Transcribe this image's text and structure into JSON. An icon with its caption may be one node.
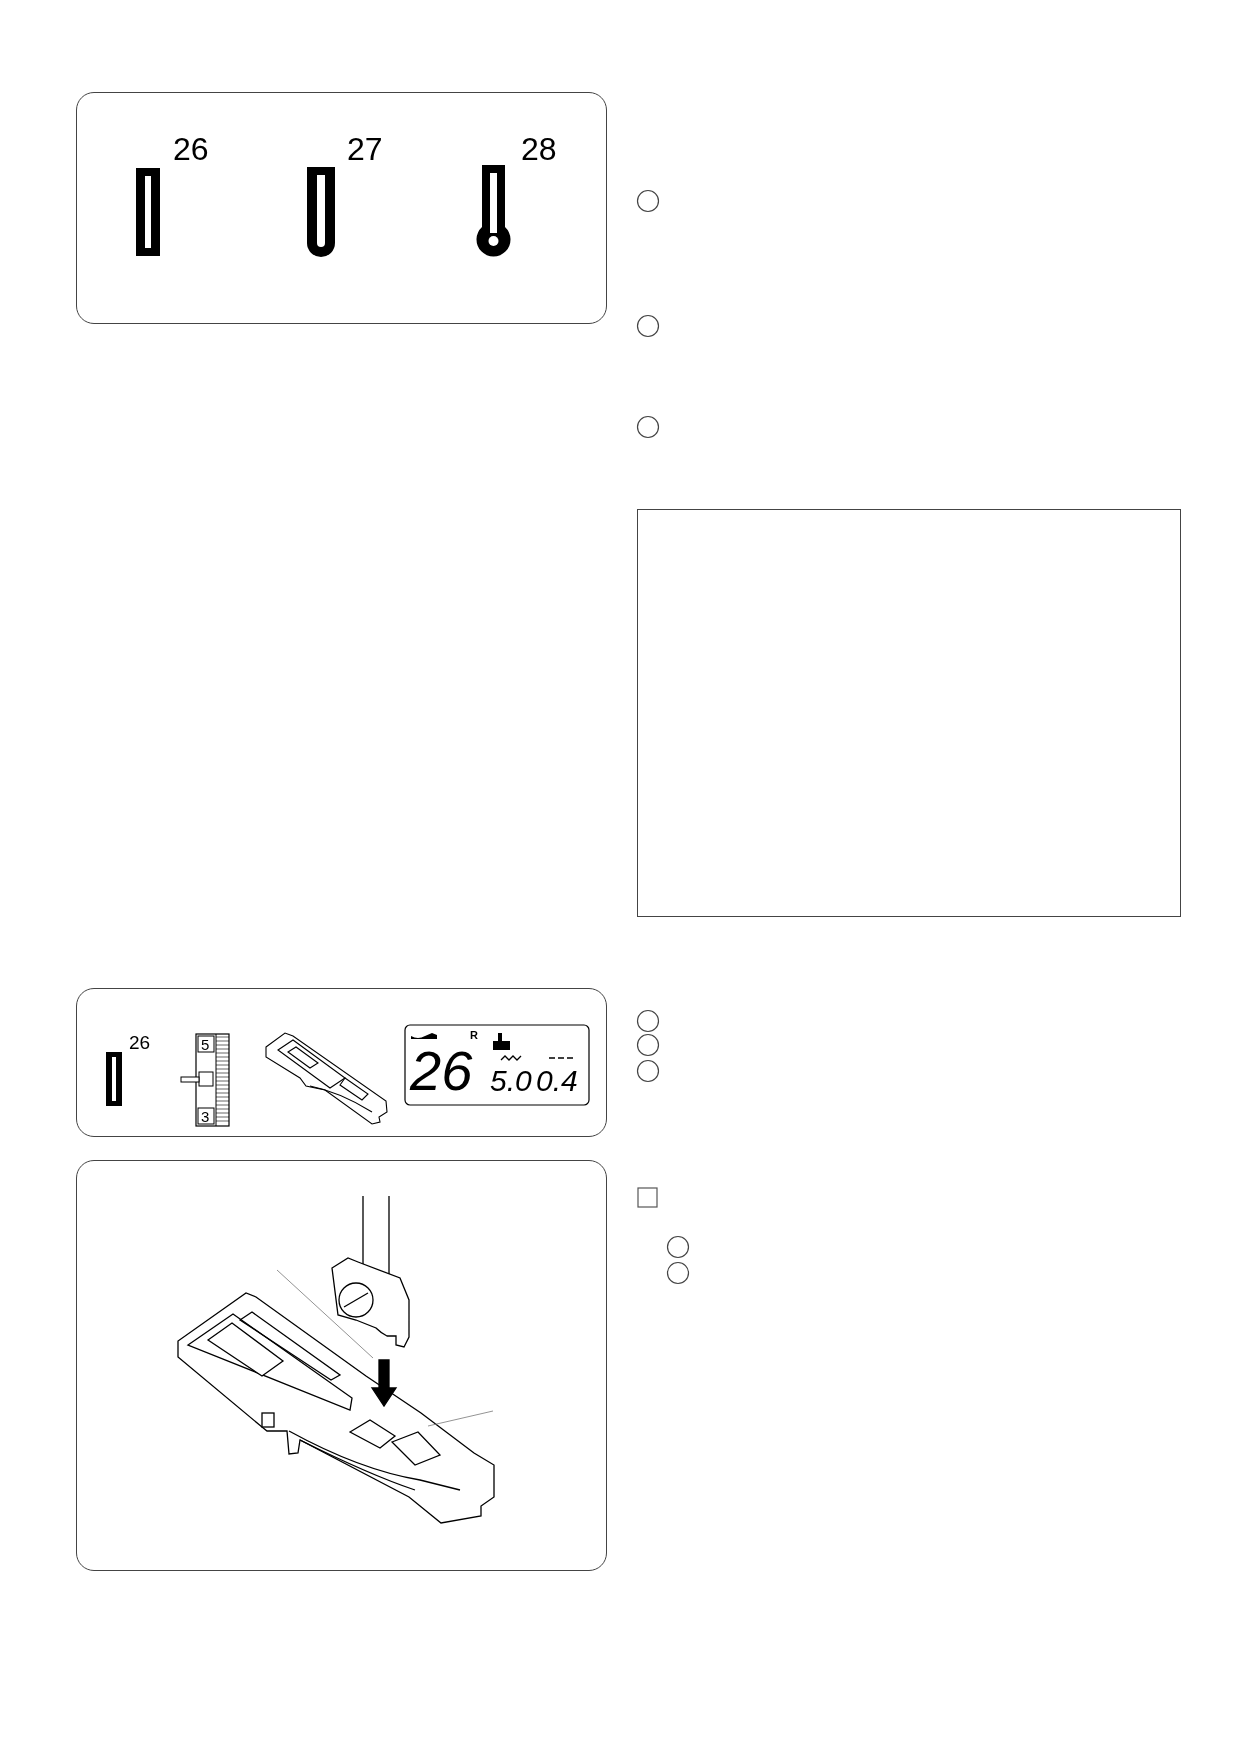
{
  "diagram": {
    "labels": [
      "26",
      "27",
      "28",
      "26",
      "5",
      "3",
      "R",
      "26",
      "5.0",
      "0.4"
    ]
  }
}
